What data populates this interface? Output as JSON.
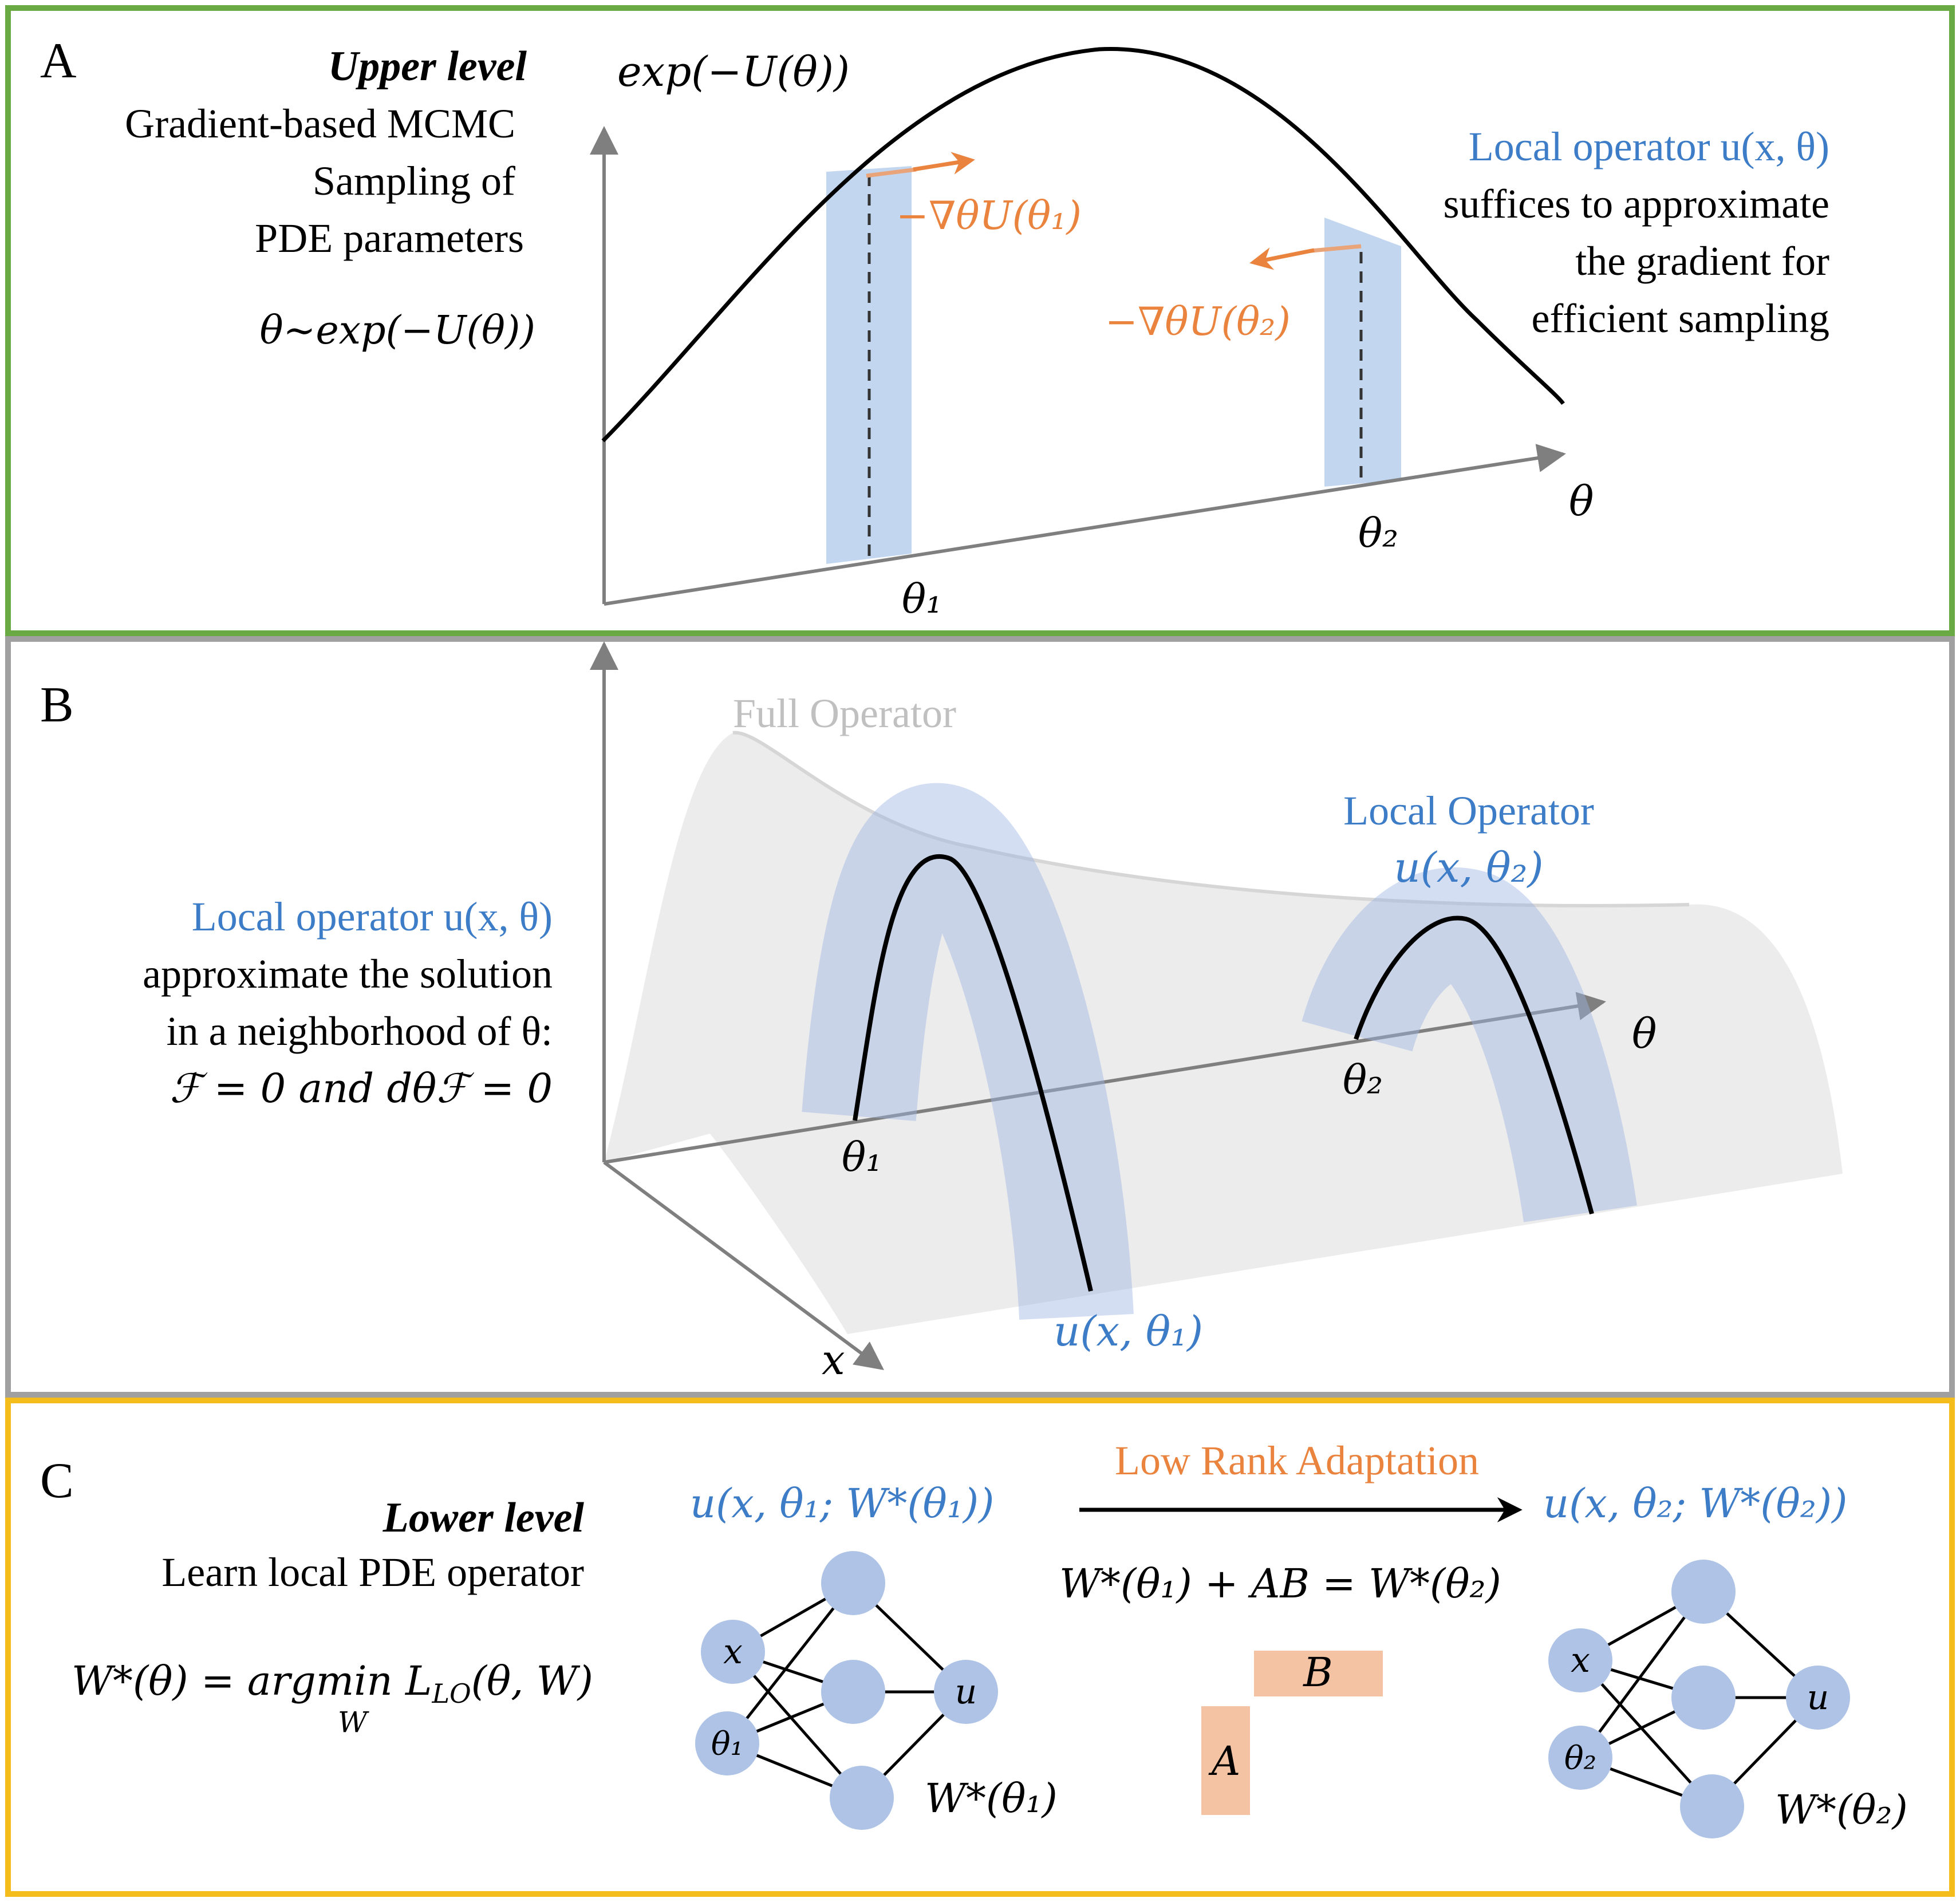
{
  "colors": {
    "panel_a_border": "#6aaa45",
    "panel_b_border": "#a0a0a0",
    "panel_c_border": "#f5bd1c",
    "blue_text": "#3d7cc6",
    "orange": "#e9833e",
    "blue_band": "#a8c6e8",
    "node": "#aec3e6",
    "lora_block": "#f3c3a3"
  },
  "panel_a": {
    "letter": "A",
    "title": "Upper level",
    "desc_lines": [
      "Gradient-based MCMC",
      "Sampling of",
      "PDE parameters"
    ],
    "dist": "θ∼exp(−U(θ))",
    "y_label": "exp(−U(θ))",
    "x_label": "θ",
    "theta1": "θ₁",
    "theta2": "θ₂",
    "grad1": "−∇θU(θ₁)",
    "grad2": "−∇θU(θ₂)",
    "right_blue": "Local operator u(x, θ)",
    "right_lines": [
      "suffices to approximate",
      "the gradient for",
      "efficient sampling"
    ]
  },
  "panel_b": {
    "letter": "B",
    "full_operator": "Full Operator",
    "local_operator_title": "Local Operator",
    "local_operator_eq": "u(x, θ₂)",
    "left_blue": "Local operator u(x, θ)",
    "left_lines": [
      "approximate the solution",
      "in a neighborhood of θ:",
      "ℱ = 0 and dθℱ = 0"
    ],
    "theta_axis": "θ",
    "x_axis": "x",
    "theta1": "θ₁",
    "theta2": "θ₂",
    "u_theta1": "u(x, θ₁)"
  },
  "panel_c": {
    "letter": "C",
    "title": "Lower level",
    "subtitle": "Learn local PDE operator",
    "objective": "W*(θ) = argmin L",
    "objective_sub": "LO",
    "objective_args": "(θ, W)",
    "objective_under": "W",
    "net1_title": "u(x, θ₁; W*(θ₁))",
    "net2_title": "u(x, θ₂; W*(θ₂))",
    "lora_title": "Low Rank Adaptation",
    "lora_eq": "W*(θ₁) + AB = W*(θ₂)",
    "block_a": "A",
    "block_b": "B",
    "net1_weights": "W*(θ₁)",
    "net2_weights": "W*(θ₂)",
    "node_x": "x",
    "node_u": "u",
    "node_theta1": "θ₁",
    "node_theta2": "θ₂"
  }
}
